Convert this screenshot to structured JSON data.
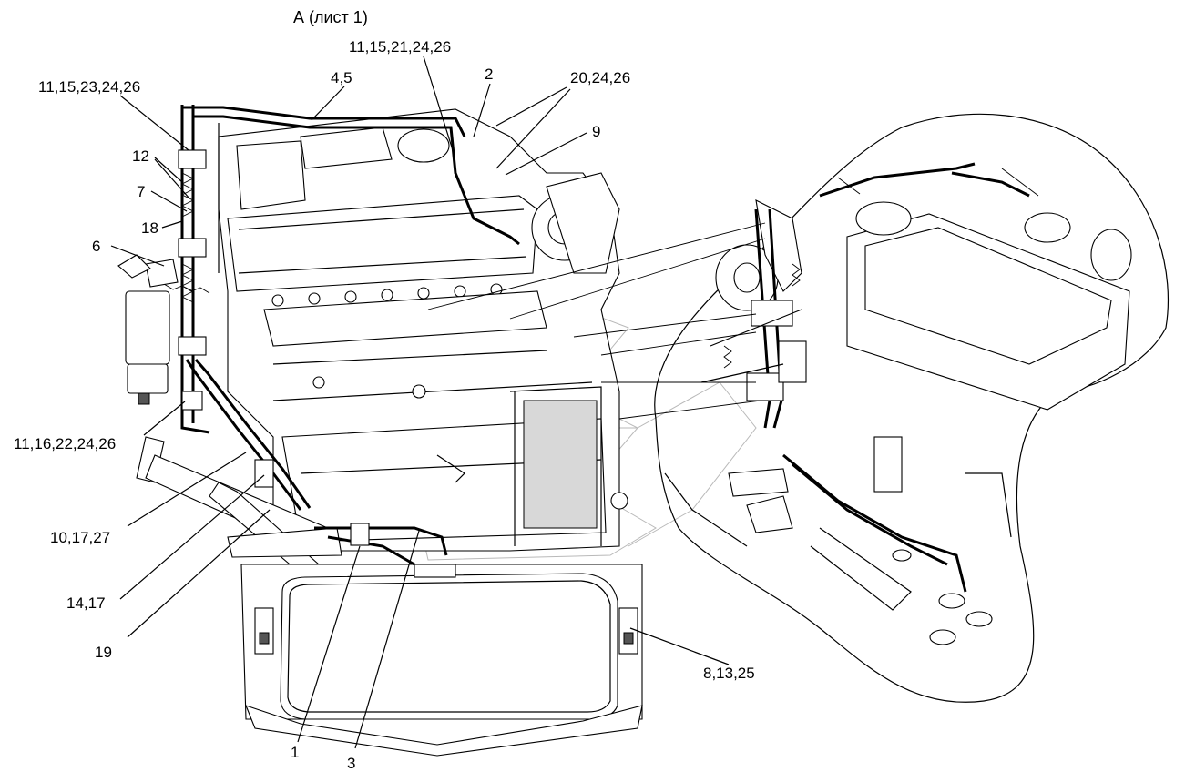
{
  "diagram": {
    "title": "А (лист 1)",
    "callouts": [
      {
        "id": "c1",
        "text": "11,15,21,24,26"
      },
      {
        "id": "c2",
        "text": "4,5"
      },
      {
        "id": "c3",
        "text": "2"
      },
      {
        "id": "c4",
        "text": "20,24,26"
      },
      {
        "id": "c5",
        "text": "11,15,23,24,26"
      },
      {
        "id": "c6",
        "text": "9"
      },
      {
        "id": "c7",
        "text": "12"
      },
      {
        "id": "c8",
        "text": "7"
      },
      {
        "id": "c9",
        "text": "18"
      },
      {
        "id": "c10",
        "text": "6"
      },
      {
        "id": "c11",
        "text": "11,16,22,24,26"
      },
      {
        "id": "c12",
        "text": "10,17,27"
      },
      {
        "id": "c13",
        "text": "14,17"
      },
      {
        "id": "c14",
        "text": "19"
      },
      {
        "id": "c15",
        "text": "8,13,25"
      },
      {
        "id": "c16",
        "text": "1"
      },
      {
        "id": "c17",
        "text": "3"
      }
    ]
  }
}
